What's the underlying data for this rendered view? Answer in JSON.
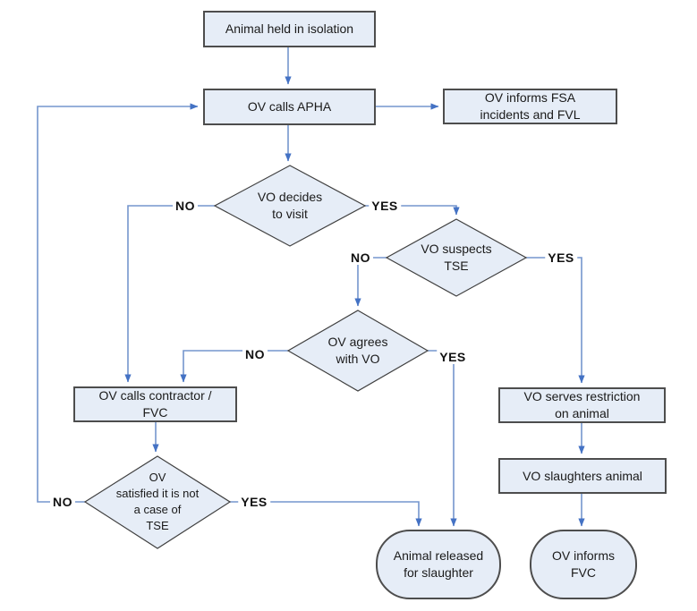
{
  "diagram": {
    "nodes": {
      "animal_isolation": "Animal held in isolation",
      "ov_calls_apha": "OV calls APHA",
      "ov_informs_fsa": "OV informs FSA\nincidents and FVL",
      "vo_decides": "VO decides\nto visit",
      "vo_suspects": "VO suspects\nTSE",
      "ov_agrees": "OV agrees\nwith VO",
      "ov_calls_contractor": "OV calls contractor /\nFVC",
      "ov_satisfied": "OV\nsatisfied it is not\na case of\nTSE",
      "vo_restriction": "VO serves restriction\non animal",
      "vo_slaughters": "VO slaughters animal",
      "animal_released": "Animal released\nfor slaughter",
      "ov_informs_fvc": "OV informs\nFVC"
    },
    "edge_labels": {
      "decides_no": "NO",
      "decides_yes": "YES",
      "suspects_no": "NO",
      "suspects_yes": "YES",
      "agrees_no": "NO",
      "agrees_yes": "YES",
      "satisfied_no": "NO",
      "satisfied_yes": "YES"
    },
    "colors": {
      "node_fill": "#e6edf7",
      "node_border": "#4d4d4d",
      "diamond_border": "#404040",
      "arrow_line": "#7596cd",
      "arrow_head": "#4472c4",
      "text": "#1a1a1a"
    }
  }
}
